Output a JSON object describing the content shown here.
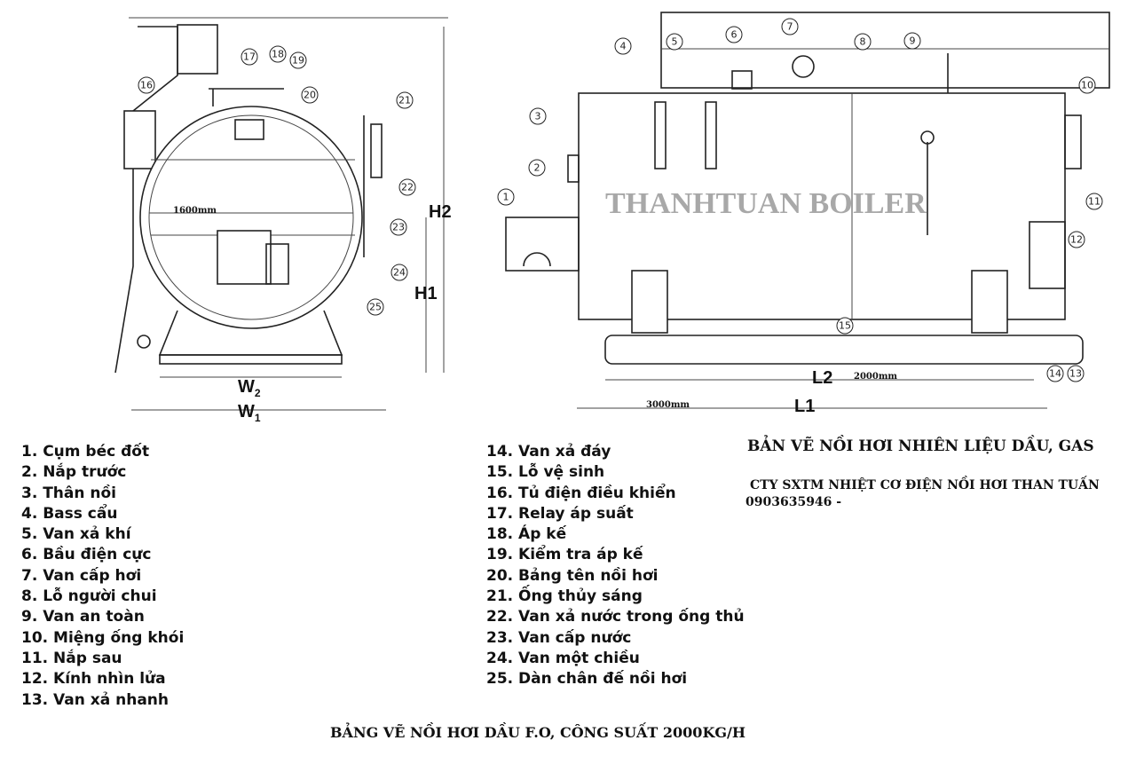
{
  "diagram": {
    "watermark": "THANHTUAN BOILER",
    "dimensions": {
      "diameter": "1600mm",
      "h2": "H2",
      "h1": "H1",
      "w2": "W",
      "w2_sub": "2",
      "w1": "W",
      "w1_sub": "1",
      "l2": "L2",
      "l2_value": "2000mm",
      "l1": "L1",
      "l1_value": "3000mm"
    },
    "callouts": [
      "1",
      "2",
      "3",
      "4",
      "5",
      "6",
      "7",
      "8",
      "9",
      "10",
      "11",
      "12",
      "13",
      "14",
      "15",
      "16",
      "17",
      "18",
      "19",
      "20",
      "21",
      "22",
      "23",
      "24",
      "25"
    ]
  },
  "legend_left": [
    "1. Cụm béc đốt",
    "2. Nắp trước",
    "3. Thân nồi",
    "4. Bass cẩu",
    "5. Van xả khí",
    "6. Bầu điện cực",
    "7. Van cấp hơi",
    "8. Lỗ người chui",
    "9. Van an toàn",
    "10. Miệng ống khói",
    "11. Nắp sau",
    "12. Kính nhìn lửa",
    "13. Van xả nhanh"
  ],
  "legend_right": [
    "14. Van xả đáy",
    "15. Lỗ vệ sinh",
    "16. Tủ điện điều khiển",
    "17. Relay áp suất",
    "18. Áp kế",
    "19. Kiểm tra áp kế",
    "20. Bảng tên nồi hơi",
    "21. Ống thủy sáng",
    "22. Van xả nước trong ống thủ",
    "23. Van cấp nước",
    "24. Van một chiều",
    "25. Dàn chân đế nồi hơi"
  ],
  "title": "BẢN VẼ NỒI HƠI NHIÊN LIỆU DẦU, GAS",
  "company": "CTY SXTM NHIỆT CƠ ĐIỆN NỒI HƠI THAN TUẤN",
  "phone": "0903635946 -",
  "caption": "BẢNG VẼ NỒI HƠI DẦU F.O, CÔNG SUẤT 2000KG/H"
}
